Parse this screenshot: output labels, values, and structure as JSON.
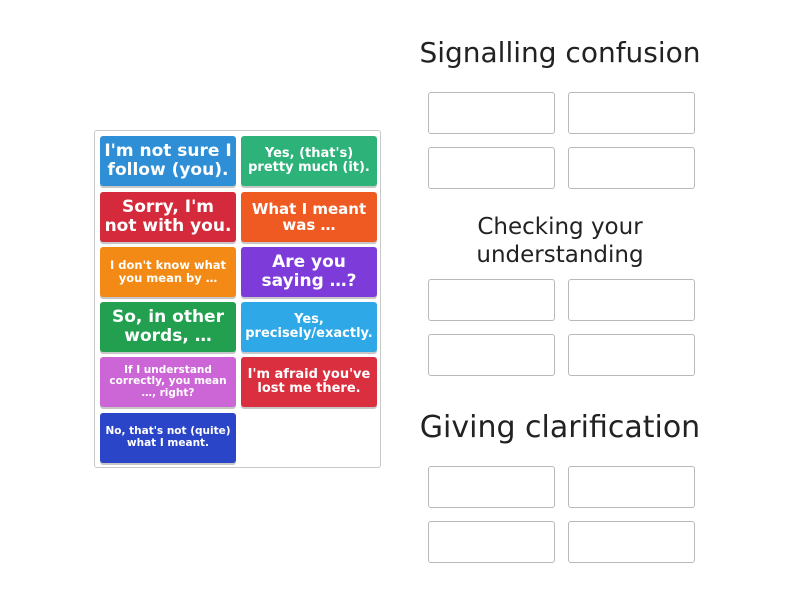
{
  "tiles": [
    {
      "text": "I'm not sure I follow (you).",
      "color": "#2f8fd6"
    },
    {
      "text": "Yes, (that's) pretty much (it).",
      "color": "#2db27a"
    },
    {
      "text": "Sorry, I'm not with you.",
      "color": "#d42a3c"
    },
    {
      "text": "What I meant was …",
      "color": "#ee5a22"
    },
    {
      "text": "I don't know what you mean by …",
      "color": "#f38a16"
    },
    {
      "text": "Are you saying …?",
      "color": "#7d3bd9"
    },
    {
      "text": "So, in other words, …",
      "color": "#22a04f"
    },
    {
      "text": "Yes, precisely/exactly.",
      "color": "#2ea8e6"
    },
    {
      "text": "If I understand correctly, you mean …, right?",
      "color": "#cc66d6"
    },
    {
      "text": "I'm afraid you've lost me there.",
      "color": "#d92f3e"
    },
    {
      "text": "No, that's not (quite) what I meant.",
      "color": "#2a45c8"
    }
  ],
  "groups": [
    {
      "title": "Signalling confusion"
    },
    {
      "title": "Checking your understanding"
    },
    {
      "title": "Giving clarification"
    }
  ]
}
